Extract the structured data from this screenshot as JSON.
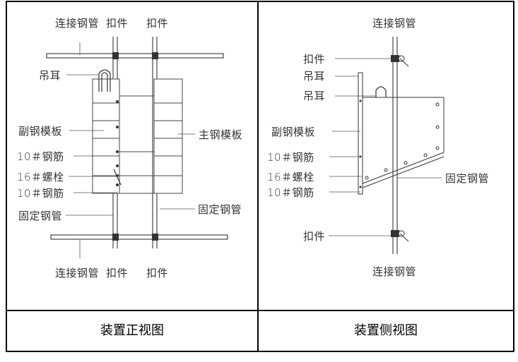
{
  "front_view": {
    "caption": "装置正视图",
    "labels": {
      "lianjie_top": "连接钢管",
      "koujian_top_1": "扣件",
      "koujian_top_2": "扣件",
      "diaoer": "吊耳",
      "fu_moban": "副钢模板",
      "zhu_moban": "主钢模板",
      "gangjin10_a": "10＃钢筋",
      "luoshuan16": "16＃螺栓",
      "gangjin10_b": "10＃钢筋",
      "guding_left": "固定钢管",
      "guding_right": "固定钢管",
      "lianjie_bottom": "连接钢管",
      "koujian_bottom_1": "扣件",
      "koujian_bottom_2": "扣件"
    }
  },
  "side_view": {
    "caption": "装置侧视图",
    "labels": {
      "lianjie_top": "连接钢管",
      "koujian_top": "扣件",
      "diaoer_1": "吊耳",
      "diaoer_2": "吊耳",
      "fu_moban": "副钢模板",
      "gangjin10_a": "10＃钢筋",
      "luoshuan16": "16＃螺栓",
      "gangjin10_b": "10＃钢筋",
      "guding": "固定钢管",
      "koujian_bottom": "扣件",
      "lianjie_bottom": "连接钢管"
    }
  }
}
